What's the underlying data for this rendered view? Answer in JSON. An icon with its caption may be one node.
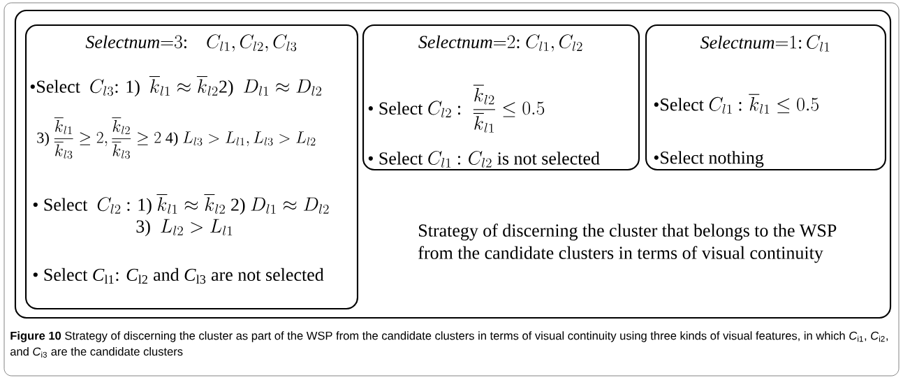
{
  "diagram": {
    "caption": "**Figure 10** Strategy of discerning the cluster as part of the WSP from the candidate clusters in terms of visual continuity using three kinds of visual features, in which *C*$_{i1}$, *C*$_{i2}$, and *C*$_{i3}$ are the candidate clusters",
    "nodes": [
      {
        "text": [
          "Strategy of discerning the cluster that belongs to the WSP from the candidate clusters in terms of visual continuity"
        ]
      },
      {
        "text": [
          "\\mathit{Selectnum}{=}3\\text{:}\\quad C_{l1},C_{l2},C_{l3}",
          "\\text{•Select }\\ C_{l3}\\text{: 1) }\\ \\overline{k}_{l1}\\approx\\overline{k}_{l2}\\text{2) }\\ D_{l1}\\approx D_{l2}",
          "\\text{3) }\\dfrac{\\overline{k}_{l1}}{\\overline{k}_{l3}}\\geq 2,\\dfrac{\\overline{k}_{l2}}{\\overline{k}_{l3}}\\geq 2\\text{ 4) }L_{l3}>L_{l1},L_{l3}>L_{l2}",
          "\\text{• Select }\\ C_{l2}\\text{ : 1) }\\overline{k}_{l1}\\approx\\overline{k}_{l2}\\text{ 2) }D_{l1}\\approx D_{l2}",
          "\\text{3) }\\ L_{l2}>L_{l1}",
          "• Select *C*$_{l1}$: *C*$_{l2}$ and *C*$_{l3}$ are not selected"
        ],
        "in": 0
      },
      {
        "text": [
          "\\mathit{Selectnum}{=}2\\text{:}\\ C_{l1},C_{l2}",
          "\\text{• Select }C_{l2}\\text{ : }\\ \\dfrac{\\overline{k}_{l2}}{\\overline{k}_{l1}}\\leq 0.5",
          "\\text{• Select }C_{l1}\\text{ : }C_{l2}\\text{ is not selected}"
        ],
        "in": 0
      },
      {
        "text": [
          "\\mathit{Selectnum}{=}1\\text{:}\\,C_{l1}",
          "\\text{•Select }C_{l1}\\text{ : }\\overline{k}_{l1}\\leq 0.5",
          "•Select nothing"
        ],
        "in": 0
      }
    ]
  }
}
